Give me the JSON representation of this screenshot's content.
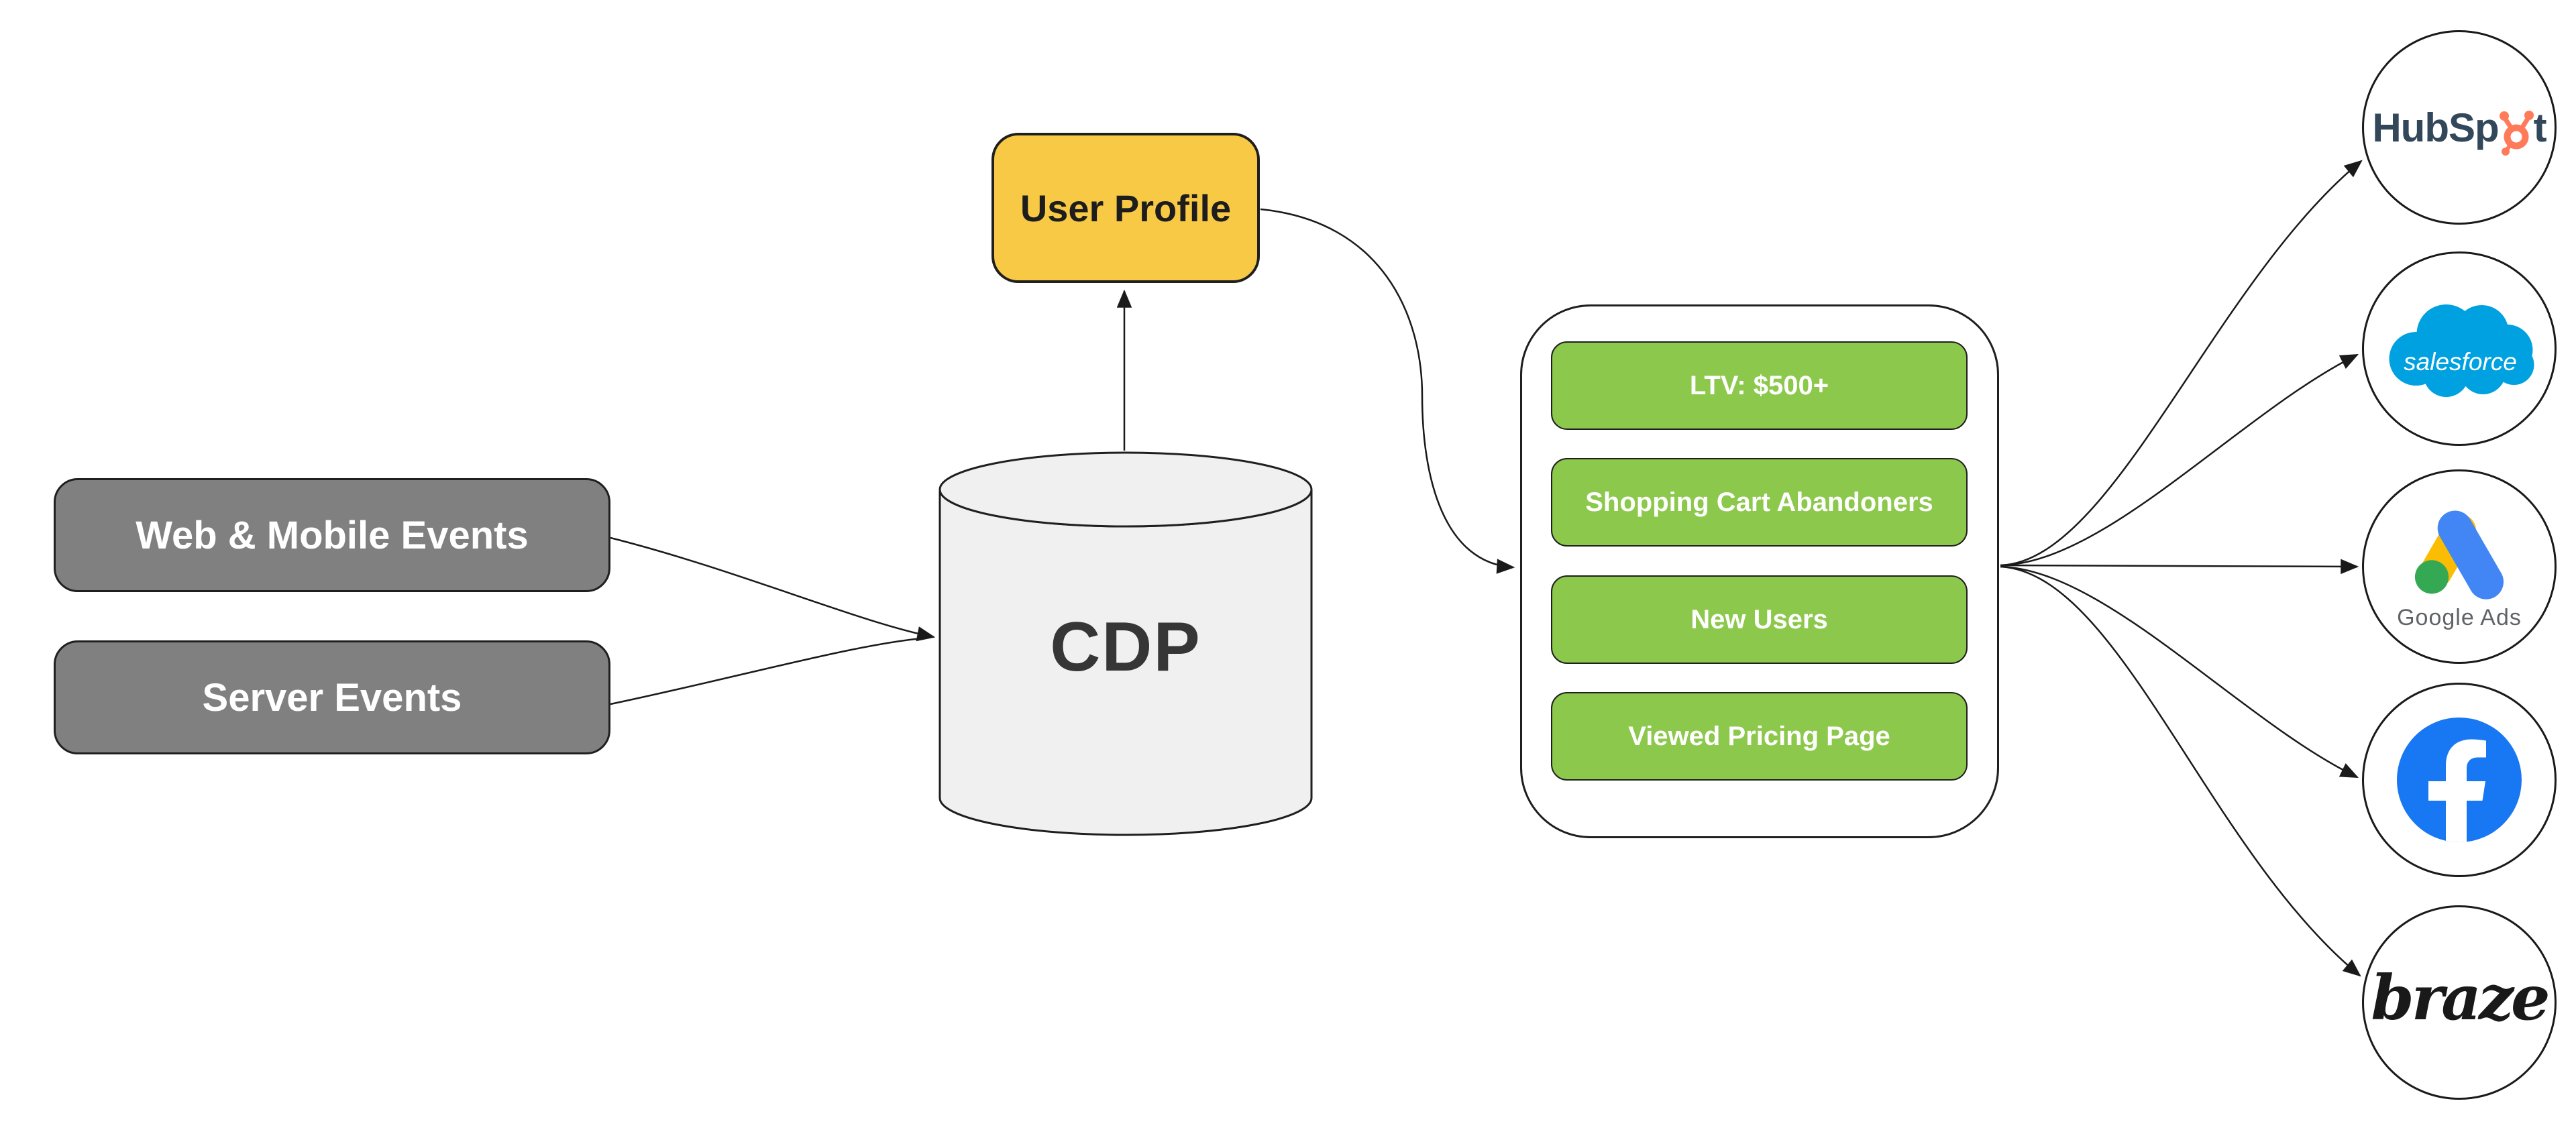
{
  "diagram": {
    "background": "#ffffff",
    "connector_color": "#1a1a1a",
    "sources": [
      {
        "label": "Web & Mobile Events",
        "fill": "#808080",
        "text_color": "#ffffff"
      },
      {
        "label": "Server Events",
        "fill": "#808080",
        "text_color": "#ffffff"
      }
    ],
    "cdp": {
      "label": "CDP",
      "fill": "#f0f0f0",
      "stroke": "#1f1f1f",
      "text_color": "#363636"
    },
    "user_profile": {
      "label": "User Profile",
      "fill": "#f8c945",
      "text_color": "#1d1d1d"
    },
    "segments_panel": {
      "fill": "#ffffff",
      "stroke": "#1f1f1f",
      "item_fill": "#8cc84b",
      "item_text_color": "#ffffff",
      "items": [
        {
          "label": "LTV: $500+"
        },
        {
          "label": "Shopping Cart Abandoners"
        },
        {
          "label": "New Users"
        },
        {
          "label": "Viewed Pricing Page"
        }
      ]
    },
    "destinations": [
      {
        "name": "HubSpot",
        "wordmark_prefix": "HubSp",
        "wordmark_suffix": "t",
        "text_color": "#33475b",
        "accent_color": "#ff7a59"
      },
      {
        "name": "Salesforce",
        "wordmark": "salesforce",
        "cloud_color": "#00a1e0",
        "text_color": "#ffffff"
      },
      {
        "name": "Google Ads",
        "wordmark": "Google Ads",
        "text_color": "#5f6368",
        "blue": "#4285f4",
        "yellow": "#fbbc04",
        "green": "#34a853"
      },
      {
        "name": "Facebook",
        "circle_color": "#1877f2",
        "glyph_color": "#ffffff"
      },
      {
        "name": "Braze",
        "wordmark": "braze",
        "text_color": "#191919"
      }
    ]
  }
}
